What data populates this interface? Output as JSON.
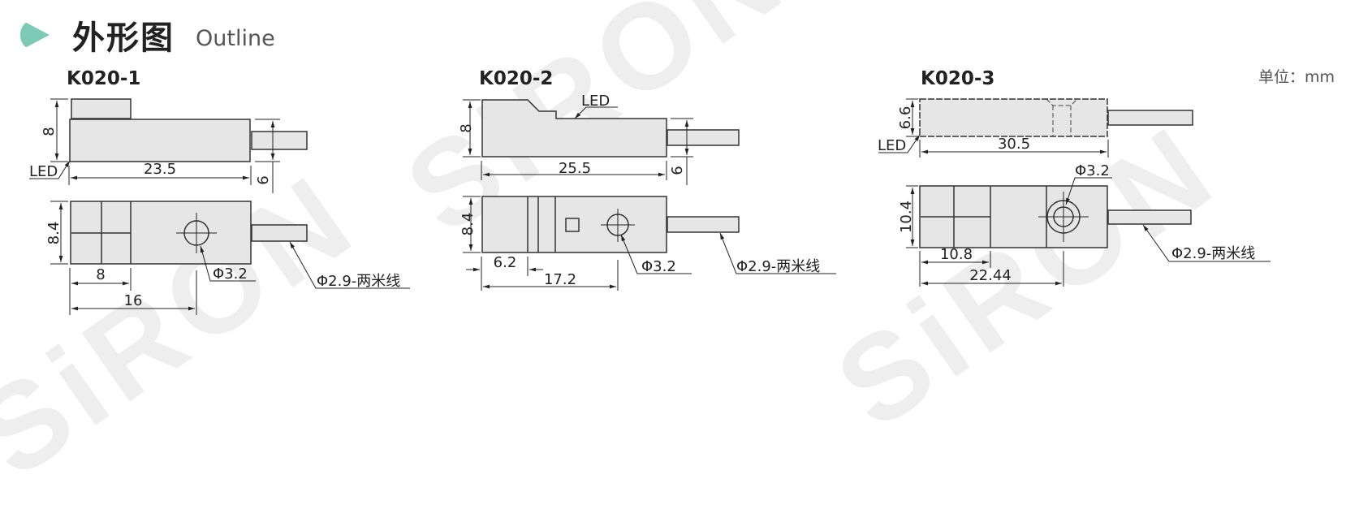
{
  "header": {
    "title_cn": "外形图",
    "title_en": "Outline",
    "accent_color": "#7ec9b5"
  },
  "unit_label": "单位：mm",
  "watermark": "SiRON",
  "models": [
    {
      "name": "K020-1",
      "side_view": {
        "height": "8",
        "length": "23.5",
        "cable_offset": "6",
        "led_label": "LED"
      },
      "top_view": {
        "width": "8.4",
        "segment": "8",
        "hole_position": "16",
        "hole_diameter": "Φ3.2",
        "cable": "Φ2.9-两米线"
      }
    },
    {
      "name": "K020-2",
      "side_view": {
        "height": "8",
        "length": "25.5",
        "cable_offset": "6",
        "led_label": "LED"
      },
      "top_view": {
        "width": "8.4",
        "segment": "6.2",
        "hole_position": "17.2",
        "hole_diameter": "Φ3.2",
        "cable": "Φ2.9-两米线"
      }
    },
    {
      "name": "K020-3",
      "side_view": {
        "height": "6.6",
        "length": "30.5",
        "led_label": "LED"
      },
      "top_view": {
        "width": "10.4",
        "segment": "10.8",
        "hole_position": "22.44",
        "hole_diameter": "Φ3.2",
        "cable": "Φ2.9-两米线"
      }
    }
  ]
}
